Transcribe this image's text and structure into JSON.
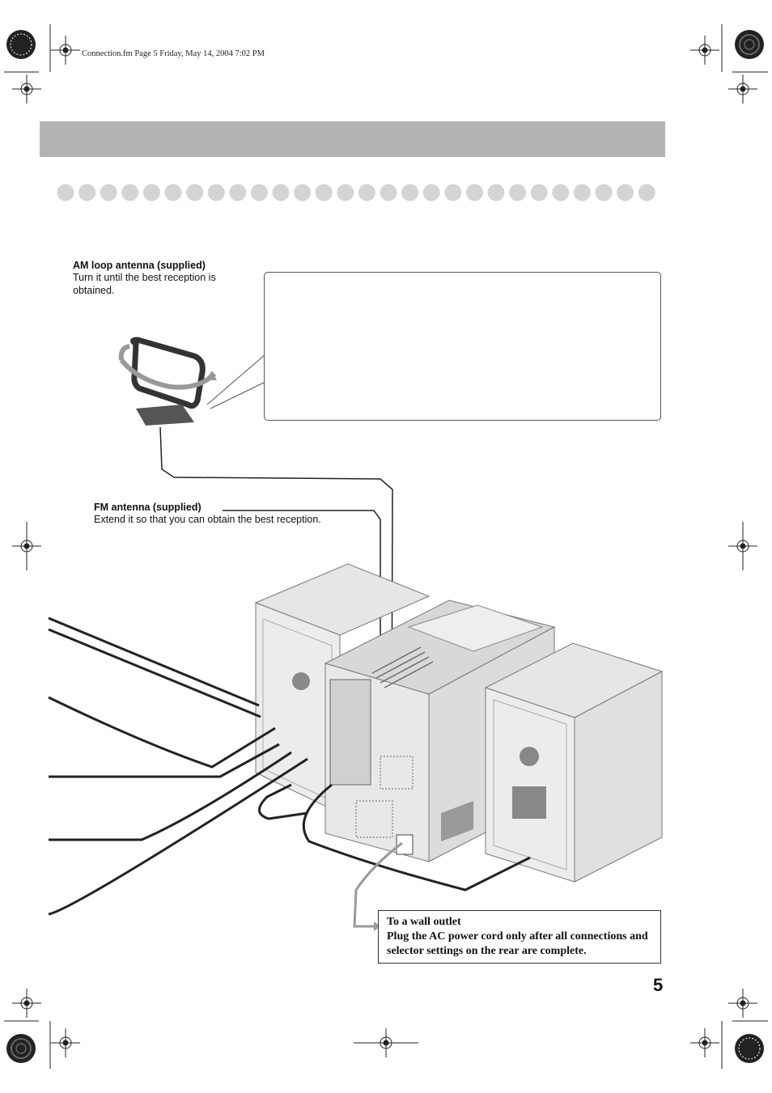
{
  "header": {
    "file_info": "Connection.fm  Page 5  Friday, May 14, 2004  7:02 PM"
  },
  "am_antenna": {
    "title": "AM loop antenna (supplied)",
    "description": "Turn it until the best reception is obtained."
  },
  "fm_antenna": {
    "title": "FM antenna (supplied)",
    "description": "Extend it so that you can obtain the best reception."
  },
  "wall_outlet": {
    "title": "To a wall outlet",
    "note": "Plug the AC power cord only after all connections and selector settings on the rear are complete."
  },
  "page_number": "5",
  "icons": [
    "registration-mark-icon",
    "crosshair-icon",
    "arrow-right-icon"
  ]
}
